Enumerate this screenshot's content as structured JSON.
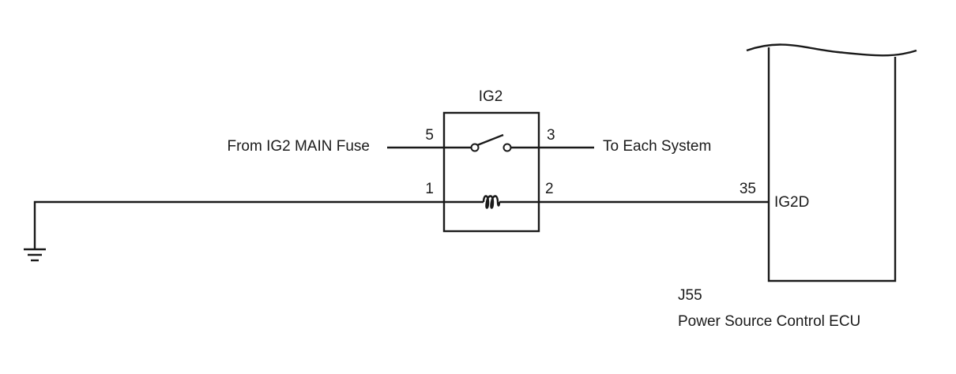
{
  "relay": {
    "name": "IG2",
    "pin_switch_in": "5",
    "pin_switch_out": "3",
    "pin_coil_in": "1",
    "pin_coil_out": "2"
  },
  "wires": {
    "source_label": "From IG2 MAIN Fuse",
    "dest_label": "To Each System"
  },
  "ecu": {
    "pin_number": "35",
    "terminal": "IG2D",
    "connector": "J55",
    "name": "Power Source Control ECU"
  },
  "icons": {
    "ground": "ground-symbol-icon",
    "switch": "relay-switch-icon",
    "coil": "relay-coil-icon"
  },
  "colors": {
    "line": "#1a1a1a",
    "background": "#ffffff"
  }
}
